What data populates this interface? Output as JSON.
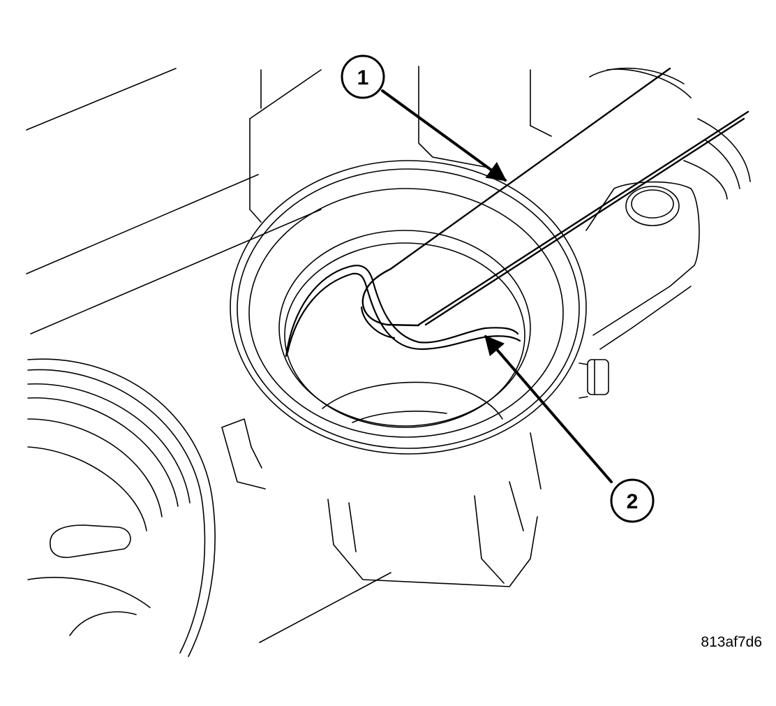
{
  "callouts": [
    {
      "label": "1"
    },
    {
      "label": "2"
    }
  ],
  "figure_id": "813af7d6",
  "colors": {
    "line": "#000000",
    "background": "#ffffff"
  }
}
